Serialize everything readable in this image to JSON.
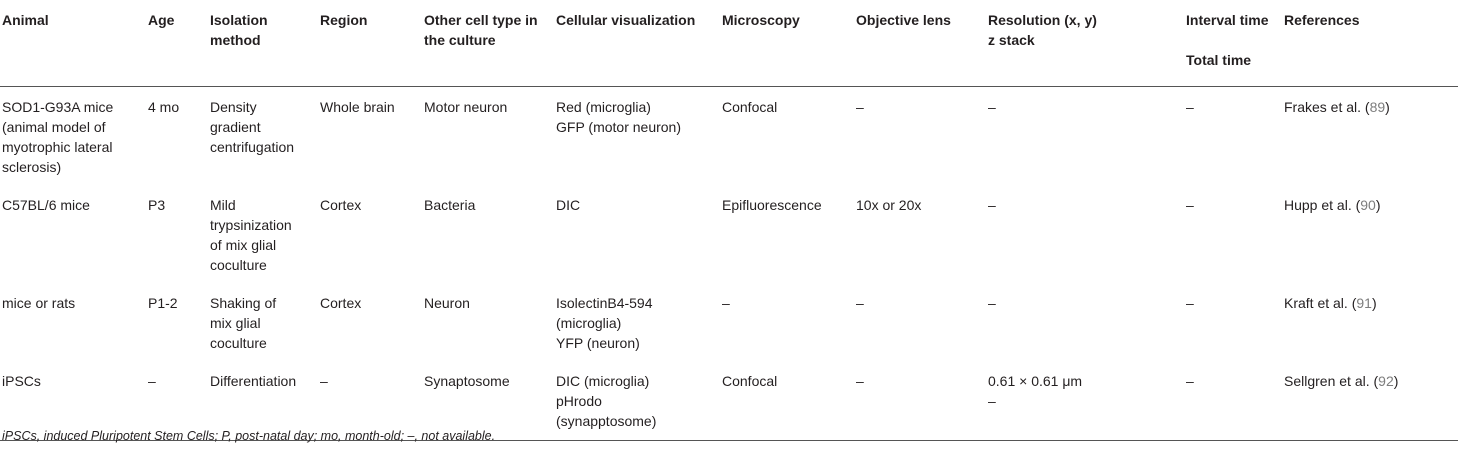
{
  "table": {
    "headers": [
      [
        "Animal"
      ],
      [
        "Age"
      ],
      [
        "Isolation",
        "method"
      ],
      [
        "Region"
      ],
      [
        "Other cell type in",
        "the culture"
      ],
      [
        "Cellular visualization"
      ],
      [
        "Microscopy"
      ],
      [
        "Objective lens"
      ],
      [
        "Resolution (x, y)",
        "z stack"
      ],
      [
        "Interval time",
        "",
        "Total time"
      ],
      [
        "References"
      ]
    ],
    "rows": [
      {
        "cells": [
          [
            "SOD1-G93A mice",
            "(animal model of",
            "myotrophic lateral",
            "sclerosis)"
          ],
          [
            "4 mo"
          ],
          [
            "Density",
            "gradient",
            "centrifugation"
          ],
          [
            "Whole brain"
          ],
          [
            "Motor neuron"
          ],
          [
            "Red (microglia)",
            "GFP (motor neuron)"
          ],
          [
            "Confocal"
          ],
          [
            "–"
          ],
          [
            "–"
          ],
          [
            "–"
          ]
        ],
        "ref_text": "Frakes et al. (",
        "ref_num": "89",
        "ref_close": ")"
      },
      {
        "cells": [
          [
            "C57BL/6 mice"
          ],
          [
            "P3"
          ],
          [
            "Mild",
            "trypsinization",
            "of mix glial",
            "coculture"
          ],
          [
            "Cortex"
          ],
          [
            "Bacteria"
          ],
          [
            "DIC"
          ],
          [
            "Epifluorescence"
          ],
          [
            "10x or 20x"
          ],
          [
            "–"
          ],
          [
            "–"
          ]
        ],
        "ref_text": "Hupp et al. (",
        "ref_num": "90",
        "ref_close": ")"
      },
      {
        "cells": [
          [
            "mice or rats"
          ],
          [
            "P1-2"
          ],
          [
            "Shaking of",
            "mix glial",
            "coculture"
          ],
          [
            "Cortex"
          ],
          [
            "Neuron"
          ],
          [
            "IsolectinB4-594",
            "(microglia)",
            "YFP (neuron)"
          ],
          [
            "–"
          ],
          [
            "–"
          ],
          [
            "–"
          ],
          [
            "–"
          ]
        ],
        "ref_text": "Kraft et al. (",
        "ref_num": "91",
        "ref_close": ")"
      },
      {
        "cells": [
          [
            "iPSCs"
          ],
          [
            "–"
          ],
          [
            "Differentiation"
          ],
          [
            "–"
          ],
          [
            "Synaptosome"
          ],
          [
            "DIC (microglia)",
            "pHrodo",
            "(synapptosome)"
          ],
          [
            "Confocal"
          ],
          [
            "–"
          ],
          [
            "0.61 × 0.61 μm",
            "–"
          ],
          [
            "–"
          ]
        ],
        "ref_text": "Sellgren et al. (",
        "ref_num": "92",
        "ref_close": ")"
      }
    ]
  },
  "footnote": "iPSCs, induced Pluripotent Stem Cells; P, post-natal day; mo, month-old; –, not available.",
  "colors": {
    "text": "#231f20",
    "reference_link": "#7d7d7d",
    "rule": "#555555"
  }
}
